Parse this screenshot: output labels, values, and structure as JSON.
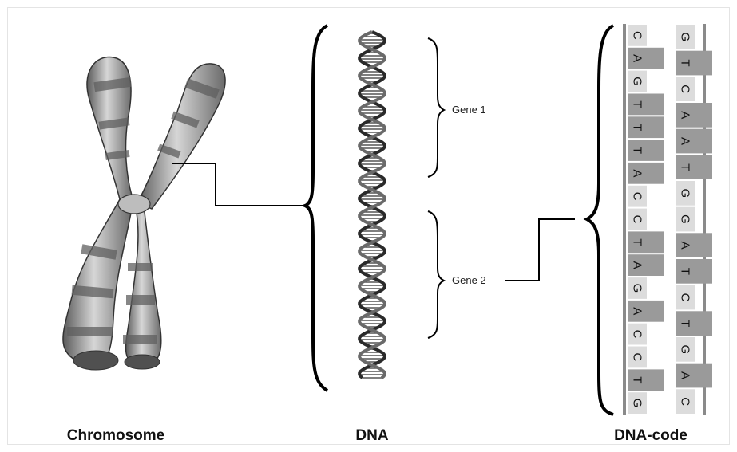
{
  "labels": {
    "chromosome": "Chromosome",
    "dna": "DNA",
    "dna_code": "DNA-code",
    "gene1": "Gene 1",
    "gene2": "Gene 2"
  },
  "dna_code": {
    "left_column": [
      "C",
      "A",
      "G",
      "T",
      "T",
      "T",
      "A",
      "C",
      "C",
      "T",
      "A",
      "G",
      "A",
      "C",
      "C",
      "T",
      "G"
    ],
    "right_column": [
      "G",
      "T",
      "C",
      "A",
      "A",
      "T",
      "G",
      "G",
      "A",
      "T",
      "C",
      "T",
      "G",
      "A",
      "C"
    ]
  },
  "colors": {
    "background": "#ffffff",
    "chromosome_light": "#c8c8c8",
    "chromosome_dark": "#6e6e6e",
    "line": "#000000",
    "base_light": "#dcdcdc",
    "base_dark": "#9a9a9a"
  }
}
